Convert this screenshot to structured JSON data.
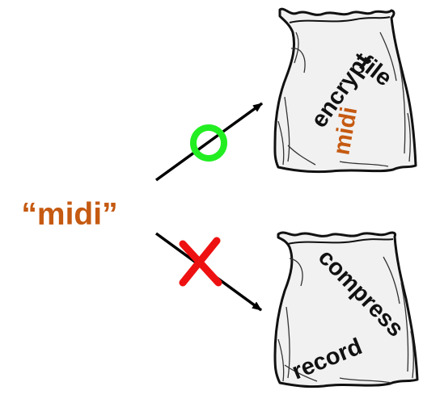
{
  "query": {
    "text": "“midi”",
    "color": "#c55a11"
  },
  "bags": [
    {
      "name": "top-bag",
      "words": [
        {
          "text": "encrypt",
          "color": "#111111"
        },
        {
          "text": "file",
          "color": "#111111"
        },
        {
          "text": "midi",
          "color": "#c55a11"
        }
      ]
    },
    {
      "name": "bottom-bag",
      "words": [
        {
          "text": "compress",
          "color": "#111111"
        },
        {
          "text": "record",
          "color": "#111111"
        }
      ]
    }
  ],
  "marks": {
    "match": {
      "symbol": "circle",
      "color": "#22ee22"
    },
    "no_match": {
      "symbol": "cross",
      "color": "#ee1111"
    }
  },
  "arrow_color": "#000000"
}
